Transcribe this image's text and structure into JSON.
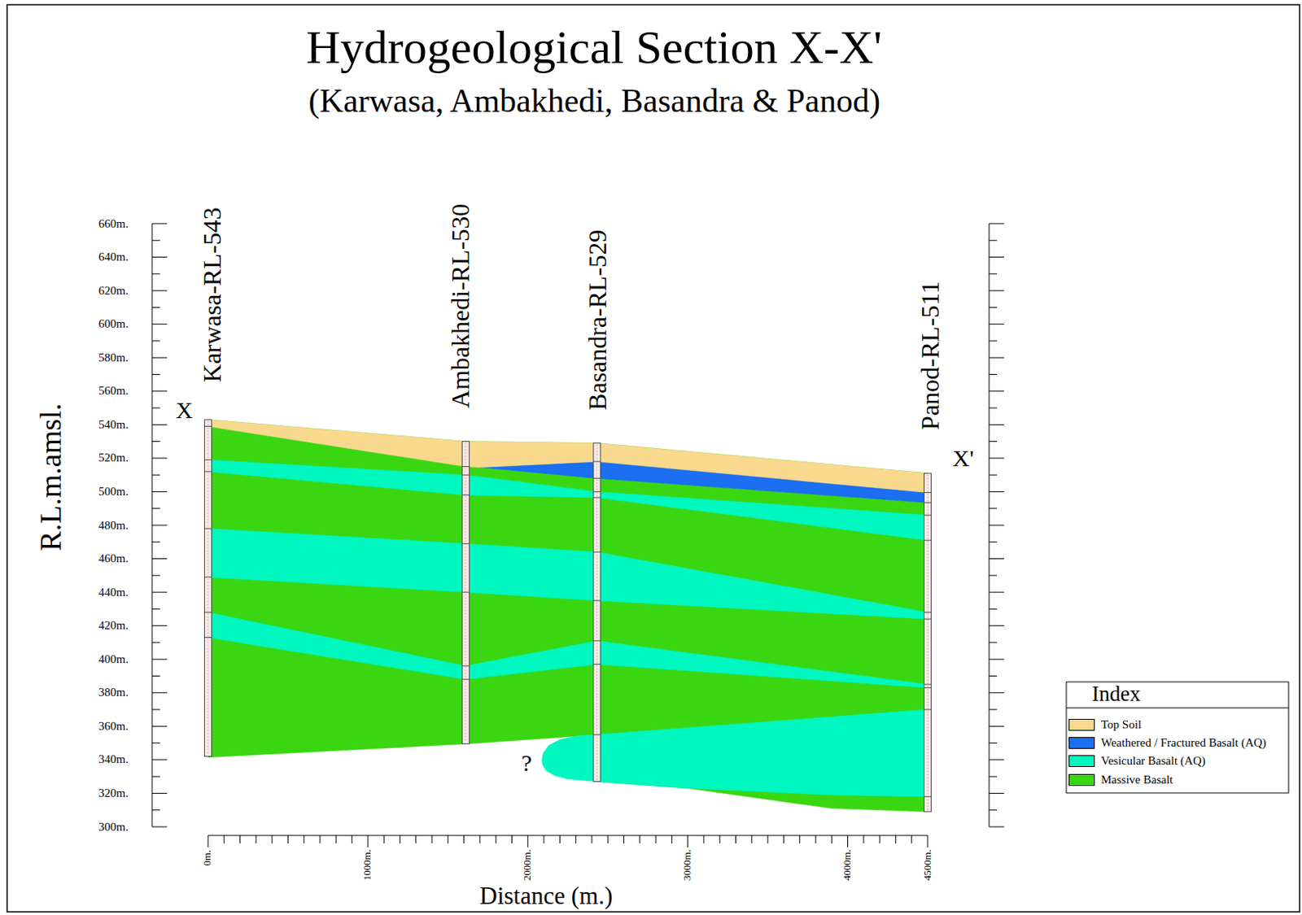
{
  "diagram": {
    "title": "Hydrogeological Section X-X'",
    "labels": [
      "(Karwasa, Ambakhedi, Basandra & Panod)",
      "Karwasa-RL-543",
      "Ambakhedi-RL-530",
      "Basandra-RL-529",
      "Panod-RL-511",
      "X",
      "X'",
      "R.L.m.amsl.",
      "660m.",
      "640m.",
      "620m.",
      "600m.",
      "580m.",
      "560m.",
      "540m.",
      "520m.",
      "500m.",
      "480m.",
      "460m.",
      "440m.",
      "420m.",
      "400m.",
      "380m.",
      "360m.",
      "340m.",
      "320m.",
      "300m.",
      "0m.",
      "1000m.",
      "2000m.",
      "3000m.",
      "4000m.",
      "4500m.",
      "Distance (m.)",
      "?",
      "Index"
    ],
    "legend": [
      {
        "text": "Top Soil",
        "color": "#f8d98e"
      },
      {
        "text": "Weathered / Fractured Basalt (AQ)",
        "color": "#1b6ff0"
      },
      {
        "text": "Vesicular Basalt (AQ)",
        "color": "#00f7bf"
      },
      {
        "text": "Massive Basalt",
        "color": "#3ad612"
      }
    ]
  }
}
